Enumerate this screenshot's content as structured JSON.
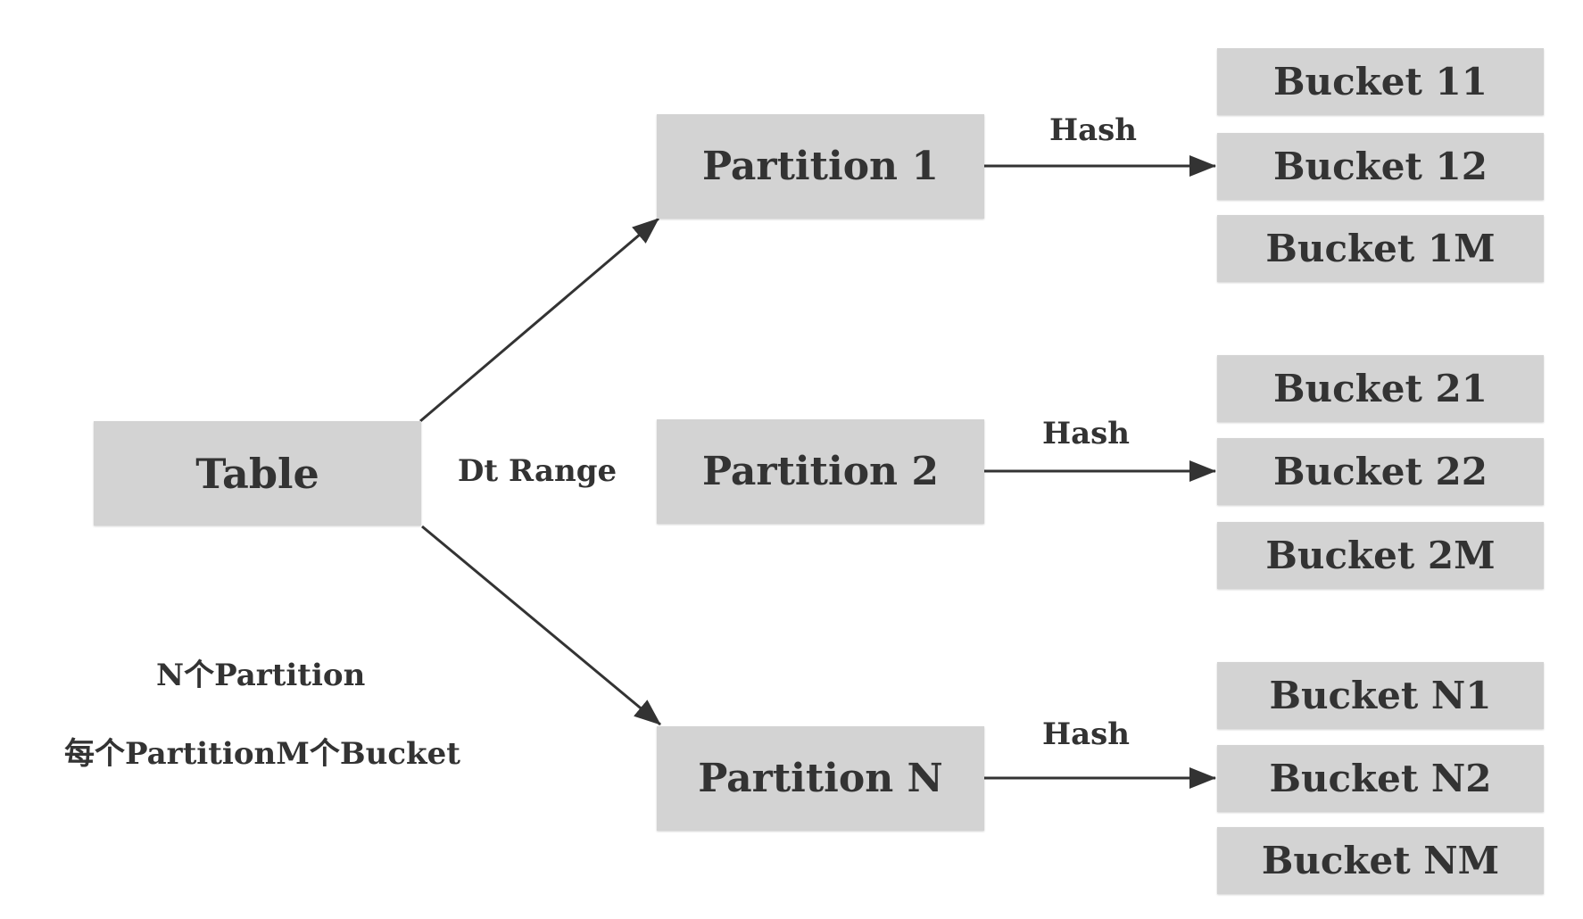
{
  "nodes": {
    "table": "Table",
    "partitions": [
      "Partition 1",
      "Partition 2",
      "Partition N"
    ],
    "buckets": [
      [
        "Bucket 11",
        "Bucket 12",
        "Bucket 1M"
      ],
      [
        "Bucket 21",
        "Bucket 22",
        "Bucket 2M"
      ],
      [
        "Bucket N1",
        "Bucket N2",
        "Bucket NM"
      ]
    ]
  },
  "edge_labels": {
    "range": "Dt Range",
    "hash": [
      "Hash",
      "Hash",
      "Hash"
    ]
  },
  "notes": {
    "line1": "N个Partition",
    "line2": "每个PartitionM个Bucket"
  },
  "colors": {
    "box_fill": "#d3d3d3",
    "text": "#333333",
    "arrow": "#333333"
  }
}
